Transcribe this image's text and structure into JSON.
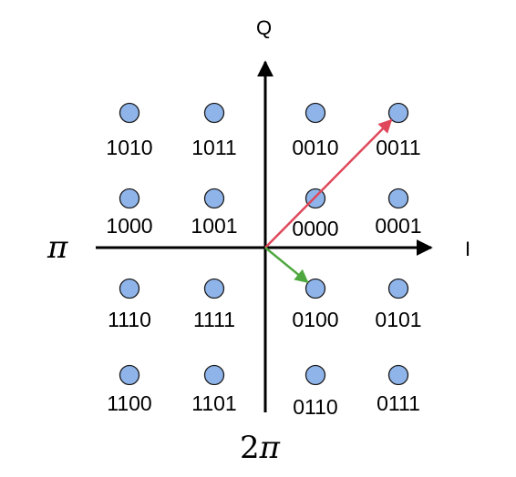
{
  "axes": {
    "i_label": "I",
    "q_label": "Q"
  },
  "phase_labels": {
    "left": "π",
    "bottom_number": "2",
    "bottom_symbol": "π"
  },
  "constellation": {
    "point_color": "#8fb4ea",
    "point_stroke": "#1a1a1a",
    "rows": [
      [
        "1010",
        "1011",
        "0010",
        "0011"
      ],
      [
        "1000",
        "1001",
        "0000",
        "0001"
      ],
      [
        "1110",
        "1111",
        "0100",
        "0101"
      ],
      [
        "1100",
        "1101",
        "0110",
        "0111"
      ]
    ]
  },
  "vectors": [
    {
      "target": "0011",
      "color": "#e0475a"
    },
    {
      "target": "0100",
      "color": "#4fa83f"
    }
  ]
}
